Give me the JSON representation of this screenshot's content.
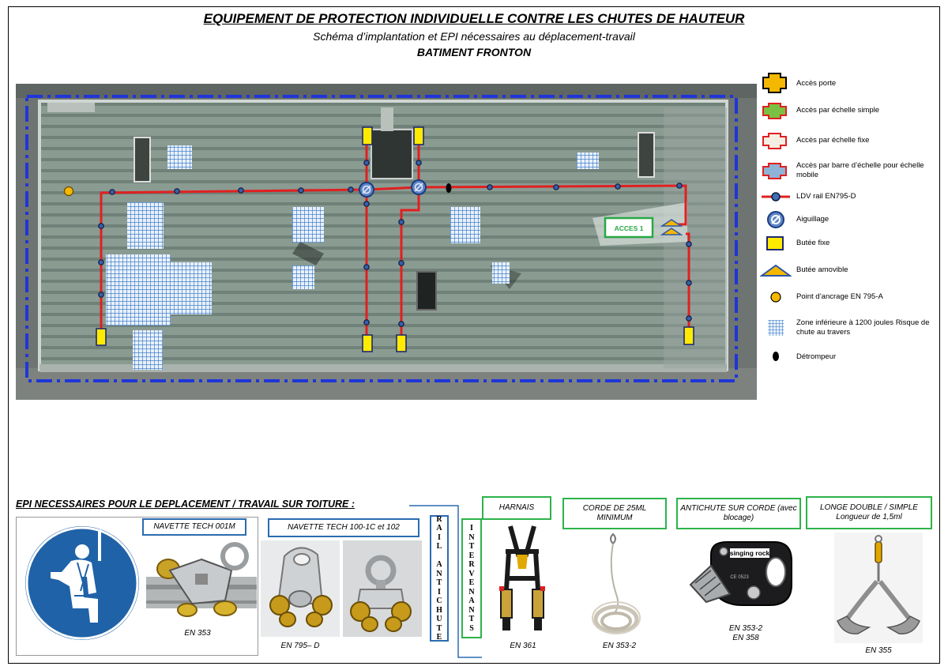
{
  "header": {
    "title": "EQUIPEMENT DE PROTECTION INDIVIDUELLE CONTRE LES CHUTES DE HAUTEUR",
    "subtitle": "Schéma d’implantation et EPI nécessaires au déplacement-travail",
    "building": "BATIMENT FRONTON"
  },
  "roof": {
    "access_label": "ACCES 1"
  },
  "legend": {
    "items": [
      {
        "symbol": "door-access-icon",
        "color": "#f5b800",
        "label": "Accès porte"
      },
      {
        "symbol": "simple-ladder-icon",
        "color": "#7ac143",
        "label": "Accès par échelle simple"
      },
      {
        "symbol": "fixed-ladder-icon",
        "color": "#f4efe2",
        "label": "Accès par échelle fixe"
      },
      {
        "symbol": "ladder-bar-icon",
        "color": "#8fb3d6",
        "label": "Accès par barre d’échelle pour échelle mobile"
      },
      {
        "symbol": "rail-line-icon",
        "color": "#e02020",
        "label": "LDV rail EN795-D"
      },
      {
        "symbol": "switch-icon",
        "color": "#3f6fb5",
        "label": "Aiguillage"
      },
      {
        "symbol": "fixed-stop-icon",
        "color": "#ffeb00",
        "label": "Butée fixe"
      },
      {
        "symbol": "removable-stop-icon",
        "color": "#f5b800",
        "label": "Butée amovible"
      },
      {
        "symbol": "anchor-point-icon",
        "color": "#f5b800",
        "label": "Point d’ancrage EN 795-A"
      },
      {
        "symbol": "low-zone-icon",
        "color": "#2b6cb0",
        "label": "Zone inférieure à 1200 joules Risque de chute au travers"
      },
      {
        "symbol": "keying-device-icon",
        "color": "#000000",
        "label": "Détrompeur"
      }
    ]
  },
  "epi": {
    "section_title": "EPI NECESSAIRES POUR LE DEPLACEMENT / TRAVAIL SUR TOITURE :",
    "navette_001m": {
      "label": "NAVETTE TECH 001M",
      "norm": "EN 353"
    },
    "navette_100": {
      "label": "NAVETTE TECH 100-1C et 102",
      "norm": "EN 795– D"
    },
    "rail_antichute": [
      "R",
      "A",
      "I",
      "L",
      "",
      "A",
      "N",
      "T",
      "I",
      "C",
      "H",
      "U",
      "T",
      "E"
    ],
    "intervenants": [
      "I",
      "N",
      "T",
      "E",
      "R",
      "V",
      "E",
      "N",
      "A",
      "N",
      "T",
      "S"
    ],
    "harnais": {
      "label": "HARNAIS",
      "norm": "EN 361"
    },
    "corde": {
      "label": "CORDE DE 25ML MINIMUM",
      "norm": "EN 353-2"
    },
    "antichute": {
      "label": "ANTICHUTE SUR CORDE (avec blocage)",
      "norm1": "EN 353-2",
      "norm2": "EN 358",
      "brand": "singing rock",
      "device_text": "CE 0523"
    },
    "longe": {
      "label1": "LONGE DOUBLE / SIMPLE",
      "label2": "Longueur de 1,5ml",
      "norm": "EN 355"
    }
  }
}
